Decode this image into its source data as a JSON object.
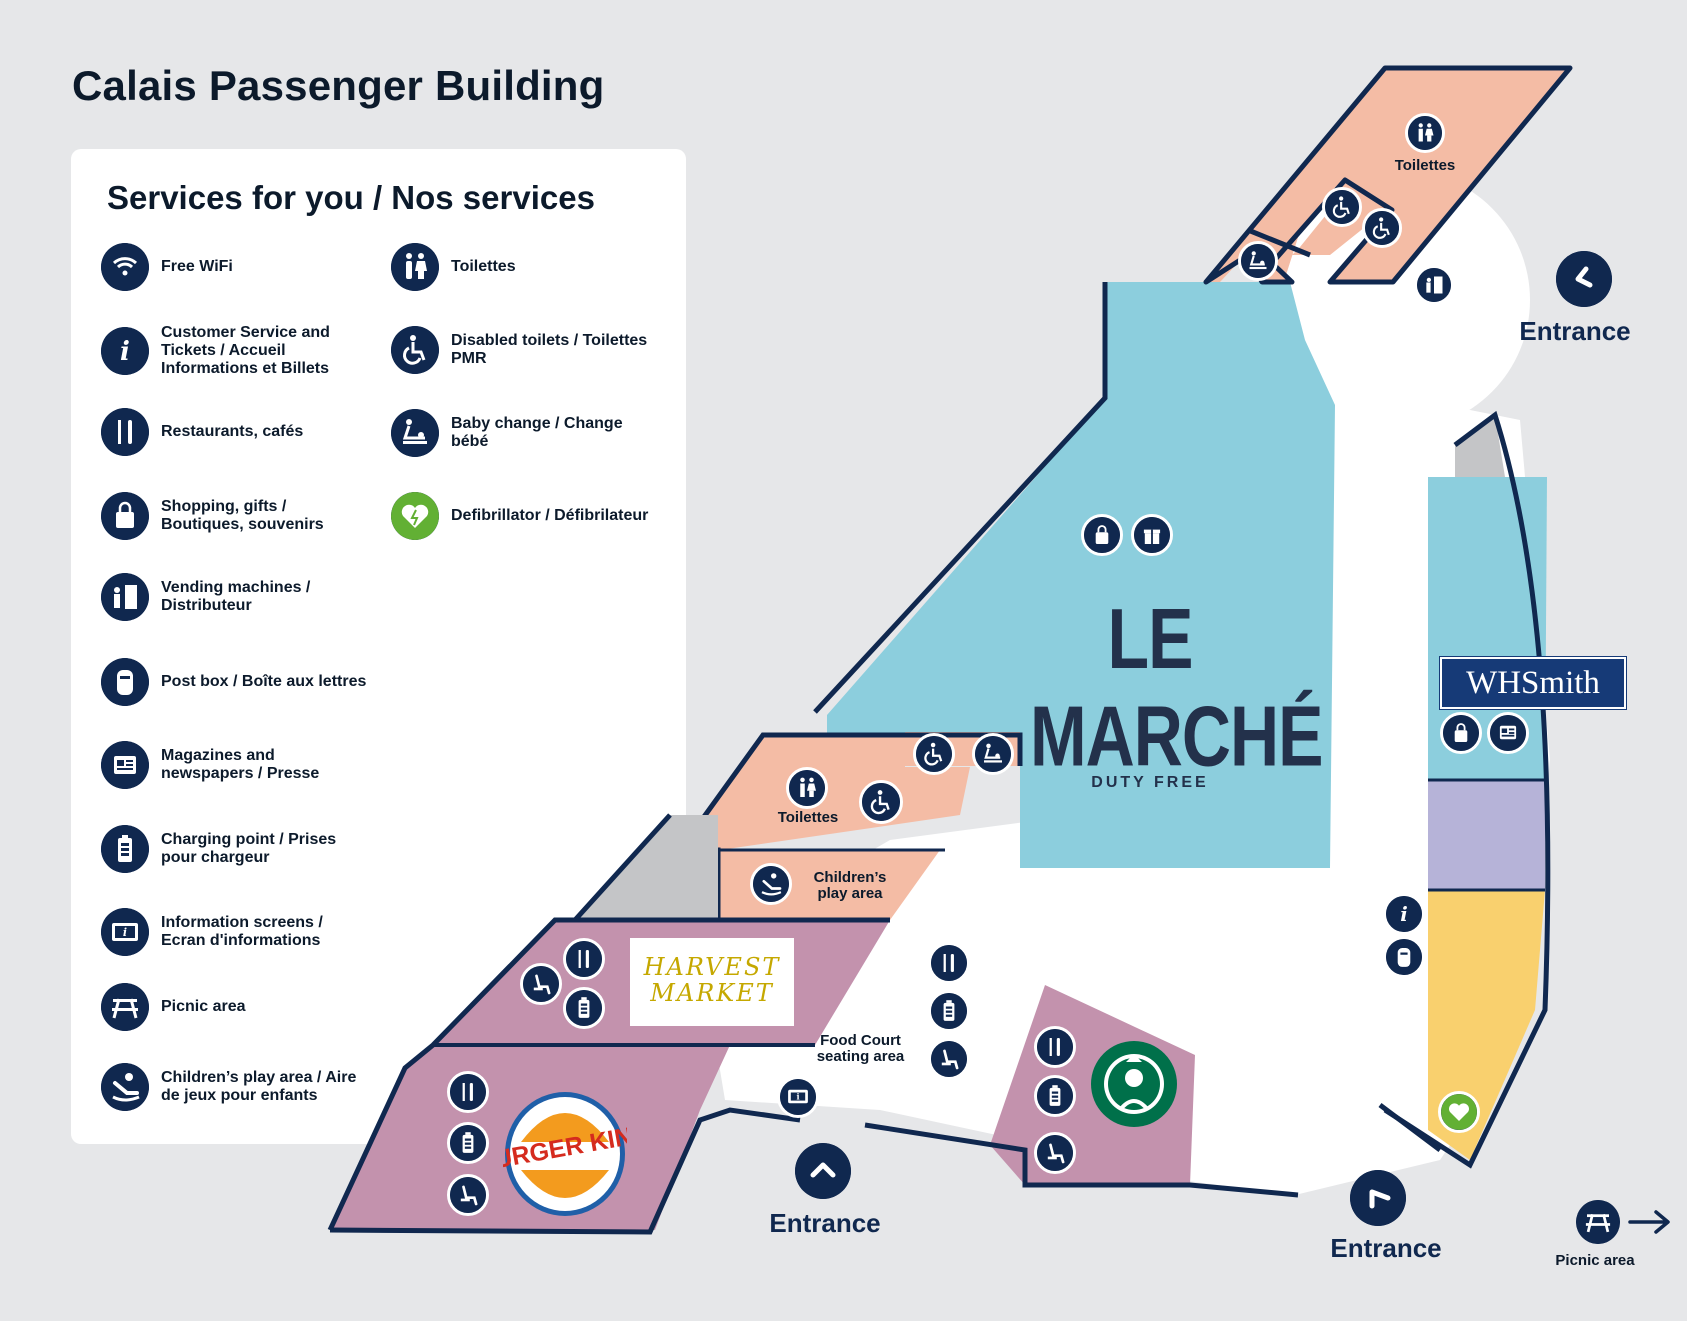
{
  "title": "Calais Passenger Building",
  "legend": {
    "heading": "Services for you / Nos services",
    "left_items": [
      {
        "icon": "wifi-icon",
        "label": "Free WiFi"
      },
      {
        "icon": "info-icon",
        "label": "Customer Service and Tickets / Accueil Informations et Billets"
      },
      {
        "icon": "restaurant-icon",
        "label": "Restaurants, cafés"
      },
      {
        "icon": "shopping-bag-icon",
        "label": "Shopping, gifts / Boutiques, souvenirs"
      },
      {
        "icon": "vending-machine-icon",
        "label": "Vending machines / Distributeur"
      },
      {
        "icon": "post-box-icon",
        "label": "Post box / Boîte aux lettres"
      },
      {
        "icon": "newspaper-icon",
        "label": "Magazines and newspapers / Presse"
      },
      {
        "icon": "battery-icon",
        "label": "Charging point / Prises pour chargeur"
      },
      {
        "icon": "info-screen-icon",
        "label": "Information screens / Ecran d'informations"
      },
      {
        "icon": "picnic-icon",
        "label": "Picnic area"
      },
      {
        "icon": "slide-icon",
        "label": "Children’s play area / Aire de jeux pour enfants"
      }
    ],
    "right_items": [
      {
        "icon": "toilets-icon",
        "label": "Toilettes"
      },
      {
        "icon": "wheelchair-icon",
        "label": "Disabled toilets / Toilettes PMR"
      },
      {
        "icon": "baby-change-icon",
        "label": "Baby change / Change bébé"
      },
      {
        "icon": "defibrillator-icon",
        "label": "Defibrillator / Défibrilateur"
      }
    ]
  },
  "map": {
    "labels": {
      "toilettes_top": "Toilettes",
      "toilettes_mid": "Toilettes",
      "childrens_play_area": "Children’s play area",
      "food_court": "Food Court seating area",
      "entrance_right": "Entrance",
      "entrance_bottom_left": "Entrance",
      "entrance_bottom_right": "Entrance",
      "picnic_area": "Picnic area"
    },
    "brands": {
      "le_marche": "LE MARCHÉ",
      "le_marche_sub": "DUTY FREE",
      "whsmith": "WHSmith",
      "harvest_market": "HARVEST MARKET",
      "burger_king": "BURGER KING"
    },
    "colors": {
      "background": "#e6e7e9",
      "navy": "#10284f",
      "duty_free": "#8ccedd",
      "toilets": "#f4bca5",
      "restaurants": "#c392ad",
      "lavender": "#b6b3d8",
      "yellow": "#f9d06e",
      "grey_block": "#c4c5c7",
      "defibrillator": "#62b034"
    }
  }
}
